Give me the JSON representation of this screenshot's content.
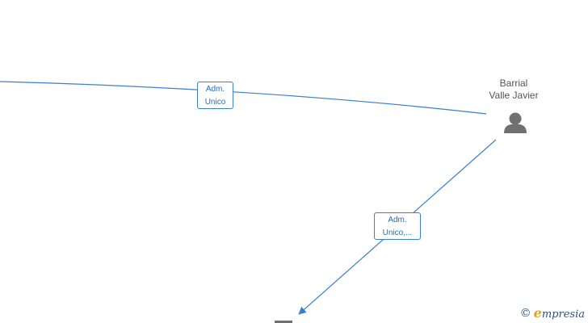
{
  "edges": [
    {
      "label_line1": "Adm.",
      "label_line2": "Unico"
    },
    {
      "label_line1": "Adm.",
      "label_line2": "Unico,..."
    }
  ],
  "person": {
    "name_line1": "Barrial",
    "name_line2": "Valle Javier",
    "icon": "person-icon"
  },
  "watermark": {
    "copyright": "©",
    "brand_initial": "e",
    "brand_rest": "mpresia"
  },
  "colors": {
    "edge": "#3a7fd0",
    "label_text": "#2a6cc0",
    "node_text": "#555555",
    "person_icon": "#707070",
    "brand_accent": "#e6a117"
  }
}
